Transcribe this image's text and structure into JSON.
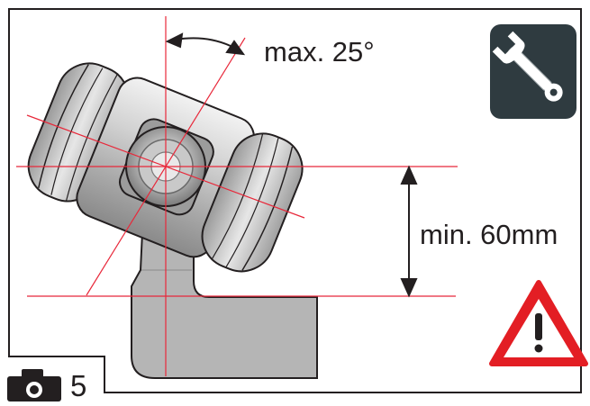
{
  "annotations": {
    "angle_label": "max. 25°",
    "distance_label": "min. 60mm"
  },
  "photo": {
    "number": "5",
    "icon": "camera-icon"
  },
  "icons": {
    "tool": "wrench-icon",
    "warning": "warning-triangle-icon"
  },
  "colors": {
    "guide_lines": "#e8283a",
    "outline": "#231f20",
    "tool_badge": "#2f3b40",
    "warning_red": "#e31e24"
  }
}
